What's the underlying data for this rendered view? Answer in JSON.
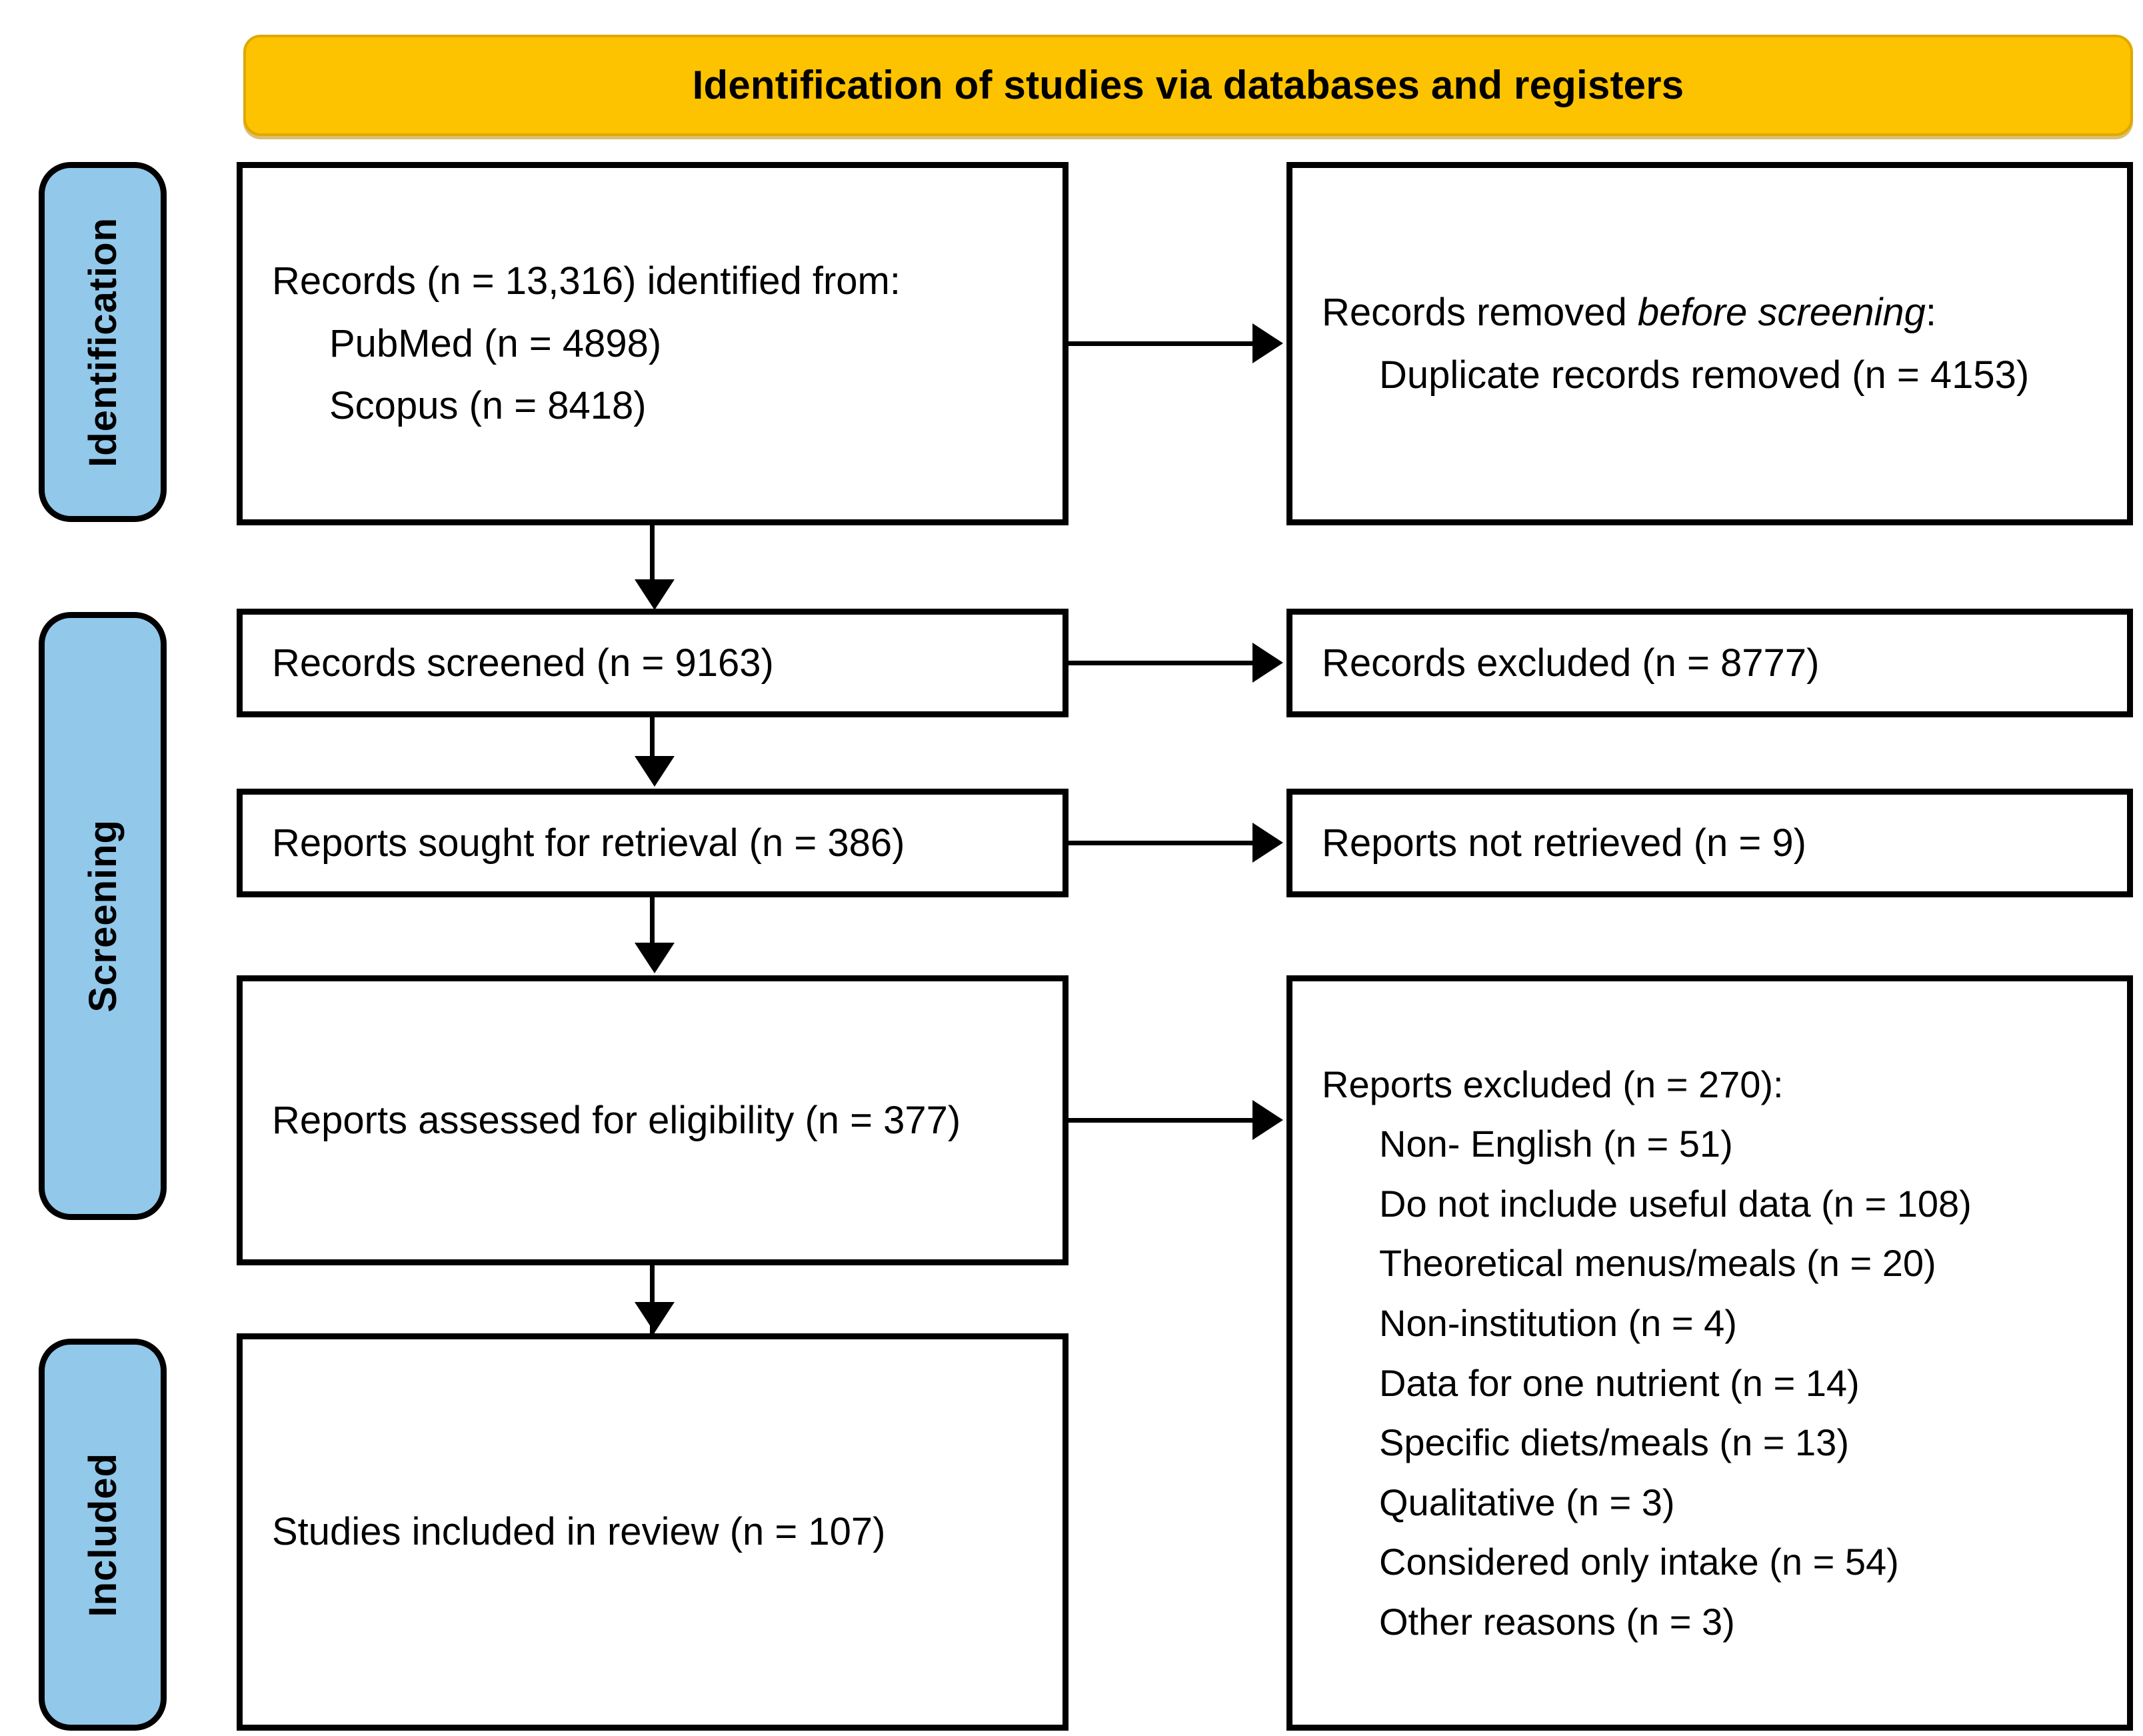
{
  "banner": {
    "title": "Identification of studies via databases and registers",
    "background_color": "#FDC300"
  },
  "stage_tabs": {
    "background_color": "#92C8EA",
    "items": [
      {
        "label": "Identification"
      },
      {
        "label": "Screening"
      },
      {
        "label": "Included"
      }
    ]
  },
  "flow": {
    "identified": {
      "lines": [
        "Records (n = 13,316) identified from:",
        "PubMed (n = 4898)",
        "Scopus (n = 8418)"
      ]
    },
    "removed_before_screening": {
      "heading_plain": "Records removed ",
      "heading_italic": "before screening",
      "heading_tail": ":",
      "lines": [
        "Duplicate records removed (n = 4153)"
      ]
    },
    "records_screened": {
      "label": "Records screened (n = 9163)"
    },
    "records_excluded": {
      "label": "Records excluded (n = 8777)"
    },
    "reports_sought": {
      "label": "Reports sought for retrieval (n = 386)"
    },
    "reports_not_retrieved": {
      "label": "Reports not retrieved (n = 9)"
    },
    "reports_assessed": {
      "label": "Reports assessed for eligibility (n = 377)"
    },
    "reports_excluded": {
      "heading": "Reports excluded (n = 270):",
      "reasons": [
        "Non- English (n = 51)",
        "Do not include useful data (n = 108)",
        "Theoretical menus/meals (n = 20)",
        "Non-institution (n = 4)",
        "Data for one nutrient (n = 14)",
        "Specific diets/meals (n = 13)",
        "Qualitative (n = 3)",
        "Considered only intake (n = 54)",
        "Other reasons (n = 3)"
      ]
    },
    "studies_included": {
      "label": "Studies included in review (n = 107)"
    }
  }
}
